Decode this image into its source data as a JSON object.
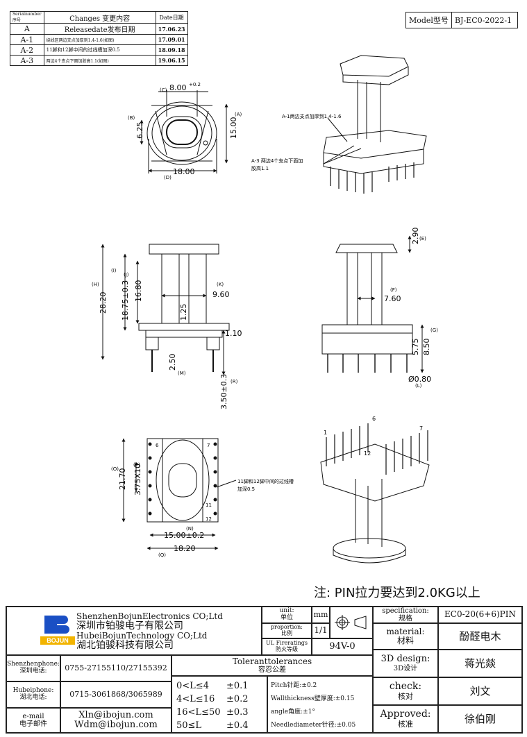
{
  "revisions": {
    "header": [
      "Serialnumber序号",
      "Changes 变更内容",
      "Date日期"
    ],
    "rows": [
      {
        "no": "A",
        "change": "Releasedate发布日期",
        "date": "17.06.23"
      },
      {
        "no": "A-1",
        "change": "绕线区两边支点加厚到1.4-1.6(如图)",
        "date": "17.09.01"
      },
      {
        "no": "A-2",
        "change": "11脚和12脚中间的过线槽加深0.5",
        "date": "18.09.18"
      },
      {
        "no": "A-3",
        "change": "两边4个支点下面加胶高1.1(如图)",
        "date": "19.06.15"
      }
    ]
  },
  "model": {
    "label": "Model型号",
    "value": "BJ-EC0-2022-1"
  },
  "top_view": {
    "c": "(C)",
    "c_dim": "8.00",
    "c_tol": "+0.2",
    "b": "(B)",
    "b_dim": "6.25",
    "a": "(A)",
    "a_dim": "15.00",
    "d": "(D)",
    "d_dim": "18.00"
  },
  "iso_top": {
    "note_a1": "A-1两边支点加厚到1.4-1.6",
    "note_a3_line1": "A-3 两边4个支点下面加",
    "note_a3_line2": "胶高1.1"
  },
  "front_view": {
    "h": "(H)",
    "h_dim": "28.20",
    "i": "(I)",
    "i_dim": "18.75±0.3",
    "j": "(J)",
    "j_dim": "16.80",
    "k": "(K)",
    "k_dim": "9.60",
    "l_dim": "1.25",
    "dim_110": "1.10",
    "m": "(M)",
    "m_dim": "2.50",
    "r": "(R)",
    "r_dim": "3.50±0.3"
  },
  "side_view": {
    "e": "(E)",
    "e_dim": "2.90",
    "f": "(F)",
    "f_dim": "7.60",
    "g": "(G)",
    "g_dim1": "5.75",
    "g_dim2": "8.50",
    "l": "(L)",
    "pin_dim": "Ø0.80"
  },
  "bottom_view": {
    "o": "(O)",
    "o_dim": "21.70",
    "p": "(P)",
    "p_dim": "3.75X10",
    "n": "(N)",
    "n_dim": "15.00±0.2",
    "q": "(Q)",
    "q_dim": "18.20",
    "note_line1": "11脚和12脚中间的过线槽",
    "note_line2": "加深0.5",
    "pin6": "6",
    "pin7": "7",
    "pin11": "11",
    "pin12": "12"
  },
  "iso_bottom": {
    "pin1": "1",
    "pin6": "6",
    "pin7": "7",
    "pin12": "12"
  },
  "note": "注: PIN拉力要达到2.0KG以上",
  "title_block": {
    "company_en1": "ShenzhenBojunElectronics CO;Ltd",
    "company_cn1": "深圳市铂骏电子有限公司",
    "company_en2": "HubeiBojunTechnology CO;Ltd",
    "company_cn2": "湖北铂骏科技有限公司",
    "logo_text": "BOJUN",
    "unit_label_en": "unit:",
    "unit_label_cn": "单位",
    "unit_value": "mm",
    "proportion_en": "proportion:",
    "proportion_cn": "比例",
    "proportion_value": "1/1",
    "ul_en": "UL Fireratings",
    "ul_cn": "防火等级",
    "ul_value": "94V-0",
    "spec_en": "specification:",
    "spec_cn": "规格",
    "spec_value": "EC0-20(6+6)PIN",
    "material_en": "material:",
    "material_cn": "材料",
    "material_value": "酚醛电木",
    "design_en": "3D design:",
    "design_cn": "3D设计",
    "design_value": "蒋光燚",
    "check_en": "check:",
    "check_cn": "核对",
    "check_value": "刘文",
    "approved_en": "Approved:",
    "approved_cn": "核准",
    "approved_value": "徐伯刚",
    "sz_phone_en": "Shenzhenphone:",
    "sz_phone_cn": "深圳电话:",
    "sz_phone": "0755-27155110/27155392",
    "hb_phone_en": "Hubeiphone:",
    "hb_phone_cn": "湖北电话:",
    "hb_phone": "0715-3061868/3065989",
    "email_en": "e-mail",
    "email_cn": "电子邮件",
    "email1": "Xln@ibojun.com",
    "email2": "Wdm@ibojun.com",
    "tol_title_en": "Toleranttolerances",
    "tol_title_cn": "容忍公差",
    "tol_rows": [
      {
        "range": "0<L≤4",
        "tol": "±0.1"
      },
      {
        "range": "4<L≤16",
        "tol": "±0.2"
      },
      {
        "range": "16<L≤50",
        "tol": "±0.3"
      },
      {
        "range": "50≤L",
        "tol": "±0.4"
      }
    ],
    "tol_notes": [
      "Pitch针距:±0.2",
      "Wallthickness壁厚度:±0.15",
      "angle角度:±1°",
      "Needlediameter针径:±0.05"
    ]
  }
}
